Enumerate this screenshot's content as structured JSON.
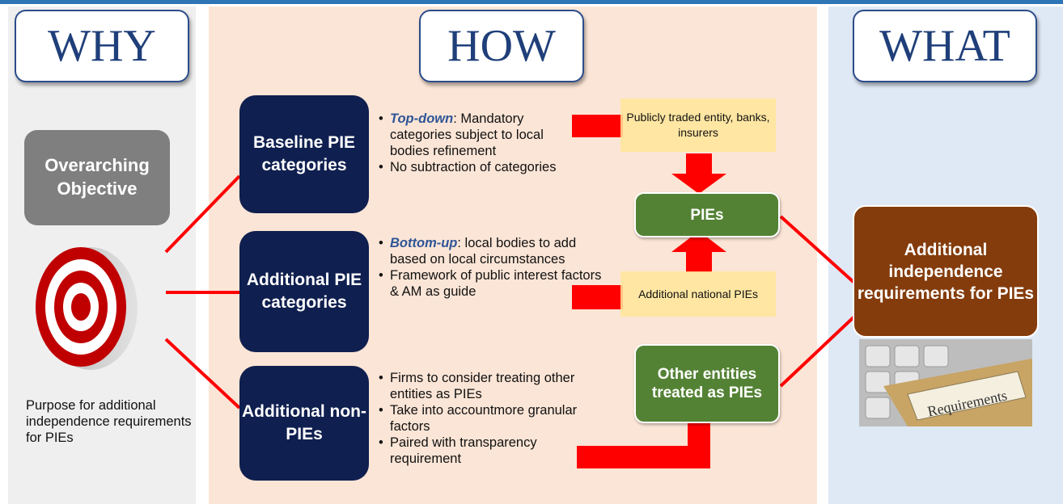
{
  "headers": {
    "why": "WHY",
    "how": "HOW",
    "what": "WHAT"
  },
  "why": {
    "objective": "Overarching Objective",
    "purpose": "Purpose for additional independence requirements for PIEs",
    "target_icon": "target-icon"
  },
  "how": {
    "boxes": [
      {
        "label": "Baseline PIE categories"
      },
      {
        "label": "Additional PIE categories"
      },
      {
        "label": "Additional non-PIEs"
      }
    ],
    "bullets_1": [
      {
        "keyword": "Top-down",
        "text": ": Mandatory categories subject to local bodies refinement"
      },
      {
        "keyword": "",
        "text": "No subtraction of categories"
      }
    ],
    "bullets_2": [
      {
        "keyword": "Bottom-up",
        "text": ": local bodies to add based on local circumstances"
      },
      {
        "keyword": "",
        "text": "Framework of public interest factors & AM as guide"
      }
    ],
    "bullets_3": [
      {
        "text": "Firms to consider treating other entities as PIEs"
      },
      {
        "text": "Take into accountmore granular factors"
      },
      {
        "text": "Paired with transparency requirement"
      }
    ],
    "notes": {
      "traded": "Publicly traded entity, banks, insurers",
      "national": "Additional national PIEs"
    },
    "green": {
      "pies": "PIEs",
      "other": "Other entities treated as PIEs"
    }
  },
  "what": {
    "result": "Additional independence requirements for PIEs",
    "photo_label": "Requirements"
  },
  "colors": {
    "navy": "#0f1f4f",
    "green": "#548235",
    "brown": "#843c0c",
    "red": "#ff0000",
    "header_text": "#1f3f7a"
  }
}
